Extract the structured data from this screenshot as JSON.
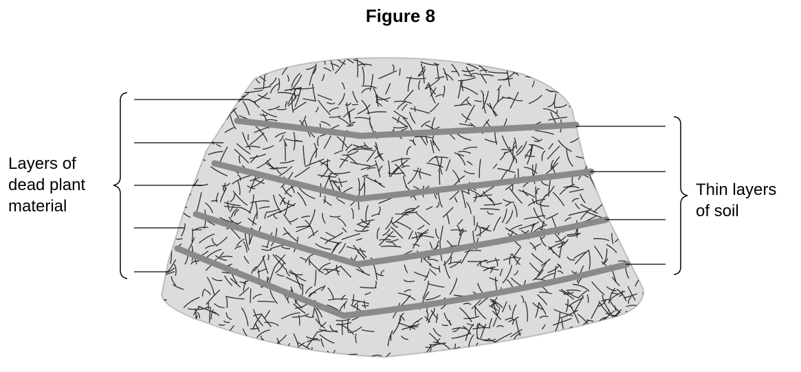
{
  "figure": {
    "title": "Figure 8"
  },
  "labels": {
    "left": {
      "lines": [
        "Layers of",
        "dead plant",
        "material"
      ]
    },
    "right": {
      "lines": [
        "Thin layers",
        "of soil"
      ]
    }
  },
  "colors": {
    "heap_fill": "#dcdcdc",
    "soil_band": "#8a8a8a",
    "fibre": "#2a2a2a",
    "line": "#000000"
  }
}
